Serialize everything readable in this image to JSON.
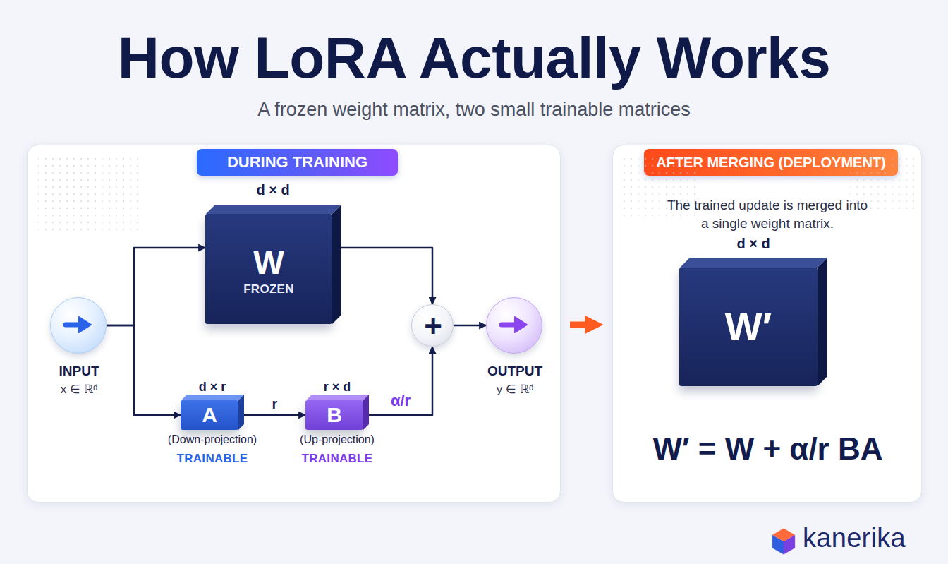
{
  "diagram": {
    "title": "How LoRA Actually Works",
    "nodes": [
      {
        "text": [
          "DURING TRAINING"
        ]
      },
      {
        "text": [
          "INPUT",
          "x ∈ ℝᵈ"
        ],
        "in": 0
      },
      {
        "text": [
          "d × d",
          "W",
          "FROZEN"
        ],
        "in": 0
      },
      {
        "text": [
          "d × r",
          "A",
          "(Down-projection)",
          "TRAINABLE"
        ],
        "in": 0
      },
      {
        "text": [
          "r × d",
          "B",
          "(Up-projection)",
          "TRAINABLE"
        ],
        "in": 0
      },
      {
        "text": [
          "+"
        ],
        "in": 0
      },
      {
        "text": [
          "OUTPUT",
          "y ∈ ℝᵈ"
        ],
        "in": 0
      },
      {
        "text": [
          "AFTER MERGING (DEPLOYMENT)",
          "The trained update is merged into a single weight matrix.",
          "W′ = W + α/r BA"
        ]
      },
      {
        "text": [
          "d × d",
          "W′"
        ],
        "in": 7
      }
    ],
    "edges": [
      {
        "from": 1,
        "to": 2,
        "arrow": "to"
      },
      {
        "from": 1,
        "to": 3,
        "arrow": "to"
      },
      {
        "from": 2,
        "to": 5,
        "arrow": "to"
      },
      {
        "from": 3,
        "to": 4,
        "label": "r",
        "arrow": "to"
      },
      {
        "from": 4,
        "to": 5,
        "label": "α/r",
        "arrow": "to"
      },
      {
        "from": 5,
        "to": 6,
        "arrow": "to"
      },
      {
        "from": 0,
        "to": 7,
        "arrow": "to"
      }
    ],
    "labels": [
      "A frozen weight matrix, two small trainable matrices",
      "kanerika"
    ]
  }
}
